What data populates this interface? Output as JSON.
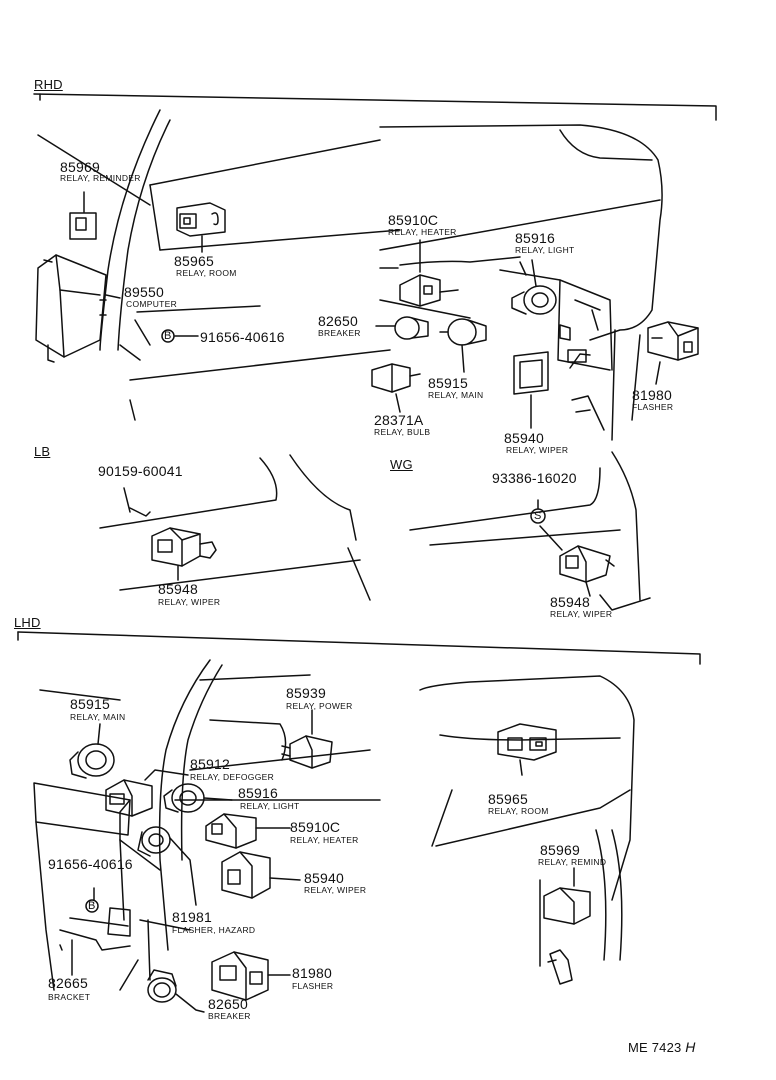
{
  "sections": {
    "rhd": "RHD",
    "lb": "LB",
    "wg": "WG",
    "lhd": "LHD"
  },
  "rhd": {
    "p85969": {
      "pn": "85969",
      "desc": "RELAY, REMINDER"
    },
    "p85965": {
      "pn": "85965",
      "desc": "RELAY, ROOM"
    },
    "p89550": {
      "pn": "89550",
      "desc": "COMPUTER"
    },
    "p91656": {
      "pn": "91656-40616",
      "mark": "B"
    },
    "p85910c": {
      "pn": "85910C",
      "desc": "RELAY, HEATER"
    },
    "p85916": {
      "pn": "85916",
      "desc": "RELAY, LIGHT"
    },
    "p82650": {
      "pn": "82650",
      "desc": "BREAKER"
    },
    "p85915": {
      "pn": "85915",
      "desc": "RELAY, MAIN"
    },
    "p28371a": {
      "pn": "28371A",
      "desc": "RELAY, BULB"
    },
    "p85940": {
      "pn": "85940",
      "desc": "RELAY, WIPER"
    },
    "p81980": {
      "pn": "81980",
      "desc": "FLASHER"
    }
  },
  "lb": {
    "p90159": {
      "pn": "90159-60041"
    },
    "p85948": {
      "pn": "85948",
      "desc": "RELAY, WIPER"
    }
  },
  "wg": {
    "p93386": {
      "pn": "93386-16020",
      "mark": "S"
    },
    "p85948": {
      "pn": "85948",
      "desc": "RELAY, WIPER"
    }
  },
  "lhd": {
    "p85915": {
      "pn": "85915",
      "desc": "RELAY, MAIN"
    },
    "p85939": {
      "pn": "85939",
      "desc": "RELAY, POWER"
    },
    "p85912": {
      "pn": "85912",
      "desc": "RELAY, DEFOGGER"
    },
    "p85916": {
      "pn": "85916",
      "desc": "RELAY, LIGHT"
    },
    "p85910c": {
      "pn": "85910C",
      "desc": "RELAY, HEATER"
    },
    "p85940": {
      "pn": "85940",
      "desc": "RELAY, WIPER"
    },
    "p81981": {
      "pn": "81981",
      "desc": "FLASHER, HAZARD"
    },
    "p91656": {
      "pn": "91656-40616",
      "mark": "B"
    },
    "p82665": {
      "pn": "82665",
      "desc": "BRACKET"
    },
    "p81980": {
      "pn": "81980",
      "desc": "FLASHER"
    },
    "p82650": {
      "pn": "82650",
      "desc": "BREAKER"
    },
    "p85965": {
      "pn": "85965",
      "desc": "RELAY, ROOM"
    },
    "p85969": {
      "pn": "85969",
      "desc": "RELAY, REMIND"
    }
  },
  "footer": {
    "code": "ME 7423",
    "suffix": "H"
  }
}
